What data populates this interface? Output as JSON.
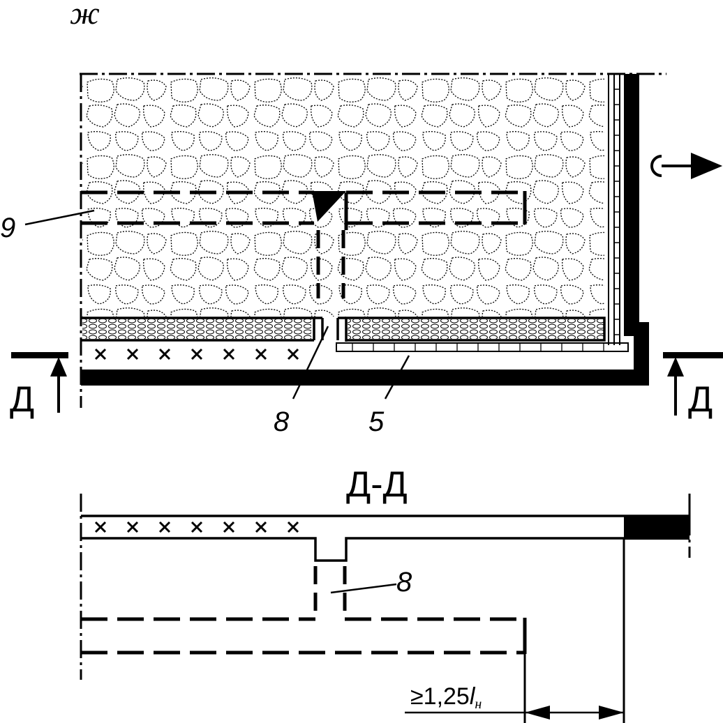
{
  "figure_label": "ж",
  "labels": {
    "nine": "9",
    "eight_top": "8",
    "five": "5",
    "eight_bottom": "8"
  },
  "section": {
    "left_mark": "Д",
    "right_mark": "Д",
    "title": "Д-Д"
  },
  "dimension": {
    "prefix": "≥1,25",
    "variable": "l",
    "subscript": "н"
  },
  "colors": {
    "ink": "#000000",
    "paper": "#ffffff"
  }
}
